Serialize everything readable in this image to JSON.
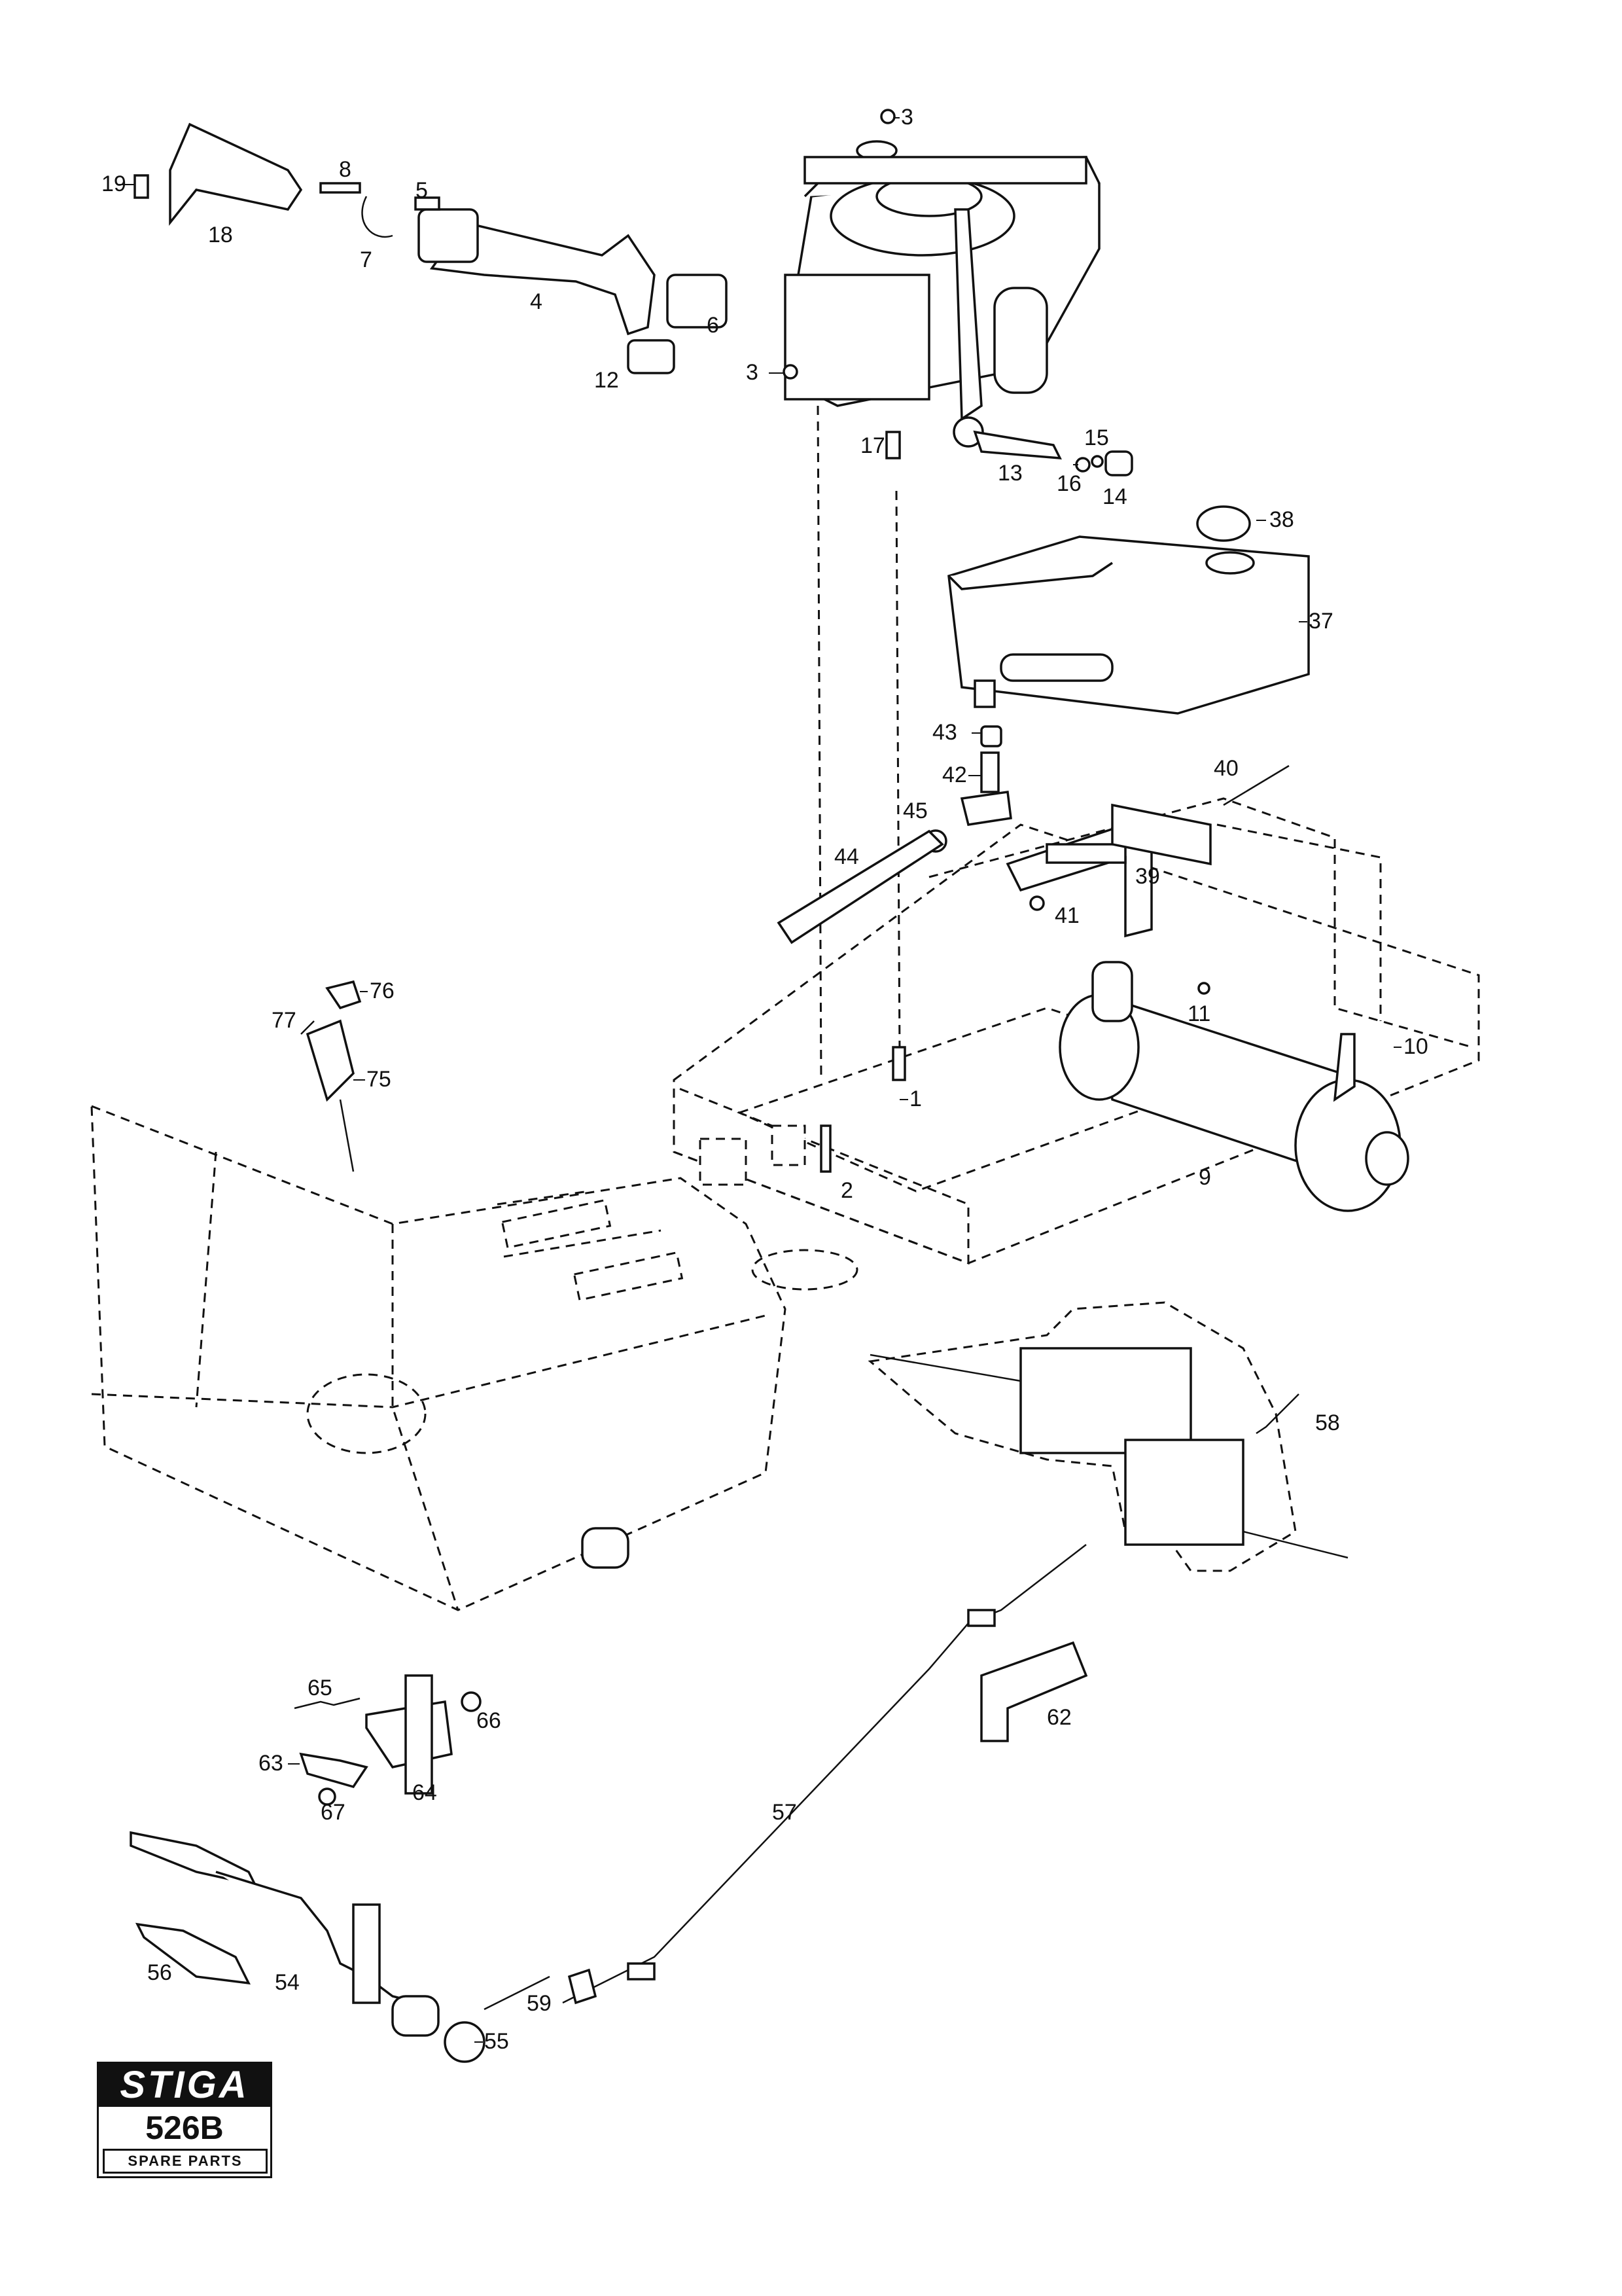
{
  "logo": {
    "brand": "STIGA",
    "model": "526B",
    "subtitle": "SPARE PARTS"
  },
  "callouts": [
    "1",
    "2",
    "3",
    "3",
    "4",
    "5",
    "6",
    "7",
    "8",
    "9",
    "10",
    "11",
    "12",
    "13",
    "14",
    "15",
    "16",
    "17",
    "18",
    "19",
    "37",
    "38",
    "39",
    "40",
    "41",
    "42",
    "43",
    "44",
    "45",
    "54",
    "55",
    "56",
    "57",
    "58",
    "59",
    "62",
    "63",
    "64",
    "65",
    "66",
    "67",
    "75",
    "76",
    "77"
  ]
}
